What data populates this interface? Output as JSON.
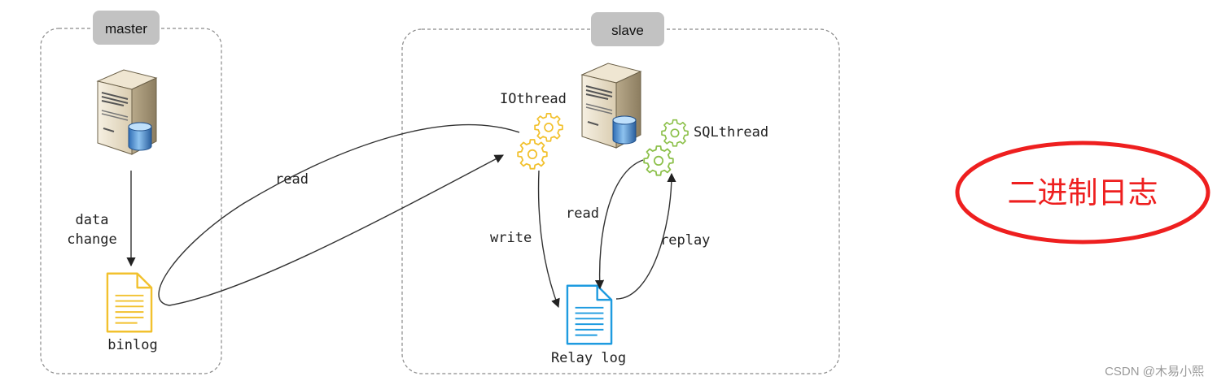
{
  "master": {
    "label": "master",
    "flow_label_line1": "data",
    "flow_label_line2": "change",
    "file_label": "binlog"
  },
  "slave": {
    "label": "slave",
    "io_thread_label": "IOthread",
    "sql_thread_label": "SQLthread",
    "io_read_label": "read",
    "write_label": "write",
    "sql_read_label": "read",
    "replay_label": "replay",
    "file_label": "Relay log"
  },
  "annotation": {
    "text": "二进制日志",
    "color": "#ee1f1f"
  },
  "watermark": "CSDN @木易小熙",
  "colors": {
    "io_gear": "#f2c12e",
    "sql_gear": "#8cc04a",
    "binlog_file": "#f2c12e",
    "relay_file": "#1e9be0"
  },
  "icons": [
    "server-icon",
    "database-icon",
    "gear-icon",
    "file-icon"
  ]
}
